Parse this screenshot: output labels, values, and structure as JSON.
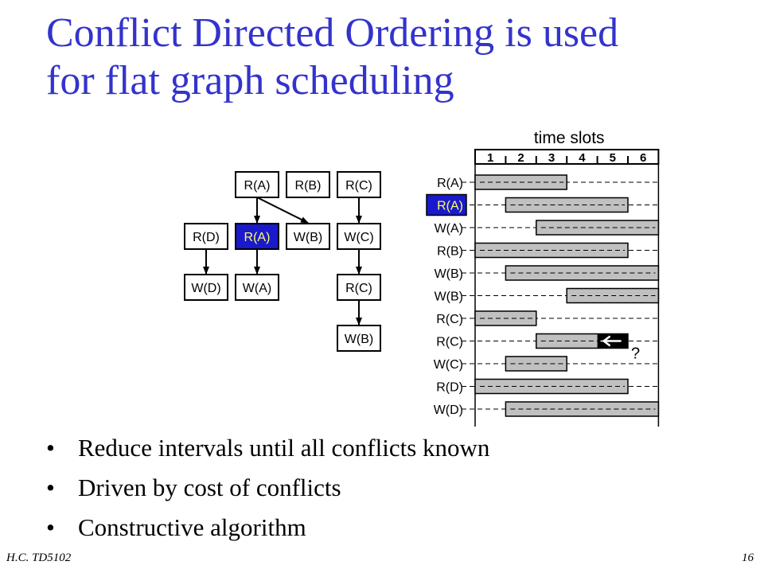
{
  "slide": {
    "title_line1": "Conflict Directed Ordering is used",
    "title_line2": "for flat graph scheduling",
    "bullets": [
      "Reduce intervals until all conflicts known",
      "Driven by cost of conflicts",
      "Constructive algorithm"
    ],
    "footer_left": "H.C.  TD5102",
    "footer_right": "16"
  },
  "graph": {
    "nodes": [
      {
        "label": "R(A)",
        "highlighted": false
      },
      {
        "label": "R(B)",
        "highlighted": false
      },
      {
        "label": "R(C)",
        "highlighted": false
      },
      {
        "label": "R(D)",
        "highlighted": false
      },
      {
        "label": "R(A)",
        "highlighted": true
      },
      {
        "label": "W(B)",
        "highlighted": false
      },
      {
        "label": "W(C)",
        "highlighted": false
      },
      {
        "label": "W(D)",
        "highlighted": false
      },
      {
        "label": "W(A)",
        "highlighted": false
      },
      {
        "label": "R(C)",
        "highlighted": false
      },
      {
        "label": "W(B)",
        "highlighted": false
      }
    ],
    "highlight_color": "#1a1acc",
    "highlight_text_color": "#ffff66"
  },
  "schedule": {
    "heading": "time slots",
    "slots": [
      "1",
      "2",
      "3",
      "4",
      "5",
      "6"
    ],
    "rows": [
      {
        "label": "R(A)",
        "start": 1,
        "end": 4,
        "highlighted": false
      },
      {
        "label": "R(A)",
        "start": 2,
        "end": 6,
        "highlighted": true
      },
      {
        "label": "W(A)",
        "start": 3,
        "end": 7,
        "highlighted": false
      },
      {
        "label": "R(B)",
        "start": 1,
        "end": 6,
        "highlighted": false
      },
      {
        "label": "W(B)",
        "start": 2,
        "end": 7,
        "highlighted": false
      },
      {
        "label": "W(B)",
        "start": 4,
        "end": 7,
        "highlighted": false
      },
      {
        "label": "R(C)",
        "start": 1,
        "end": 3,
        "highlighted": false
      },
      {
        "label": "R(C)",
        "start": 3,
        "end": 6,
        "highlighted": false,
        "arrow": true
      },
      {
        "label": "W(C)",
        "start": 2,
        "end": 4,
        "highlighted": false
      },
      {
        "label": "R(D)",
        "start": 1,
        "end": 6,
        "highlighted": false
      },
      {
        "label": "W(D)",
        "start": 2,
        "end": 7,
        "highlighted": false
      }
    ],
    "question_mark": "?",
    "bar_color": "#c0c0c0"
  }
}
